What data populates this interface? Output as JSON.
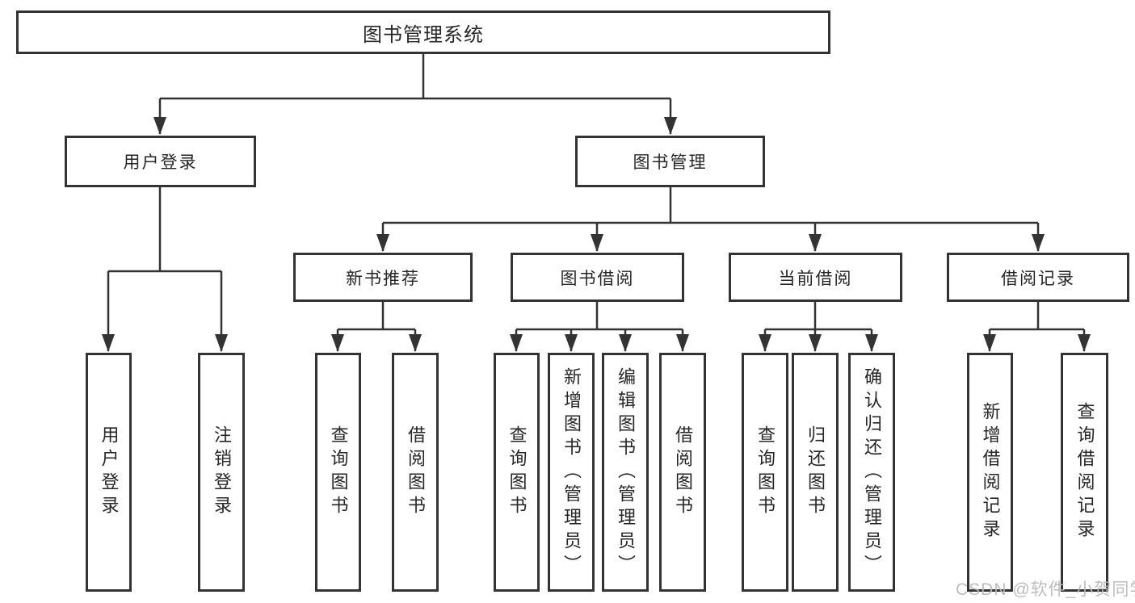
{
  "diagram": {
    "root": {
      "label": "图书管理系统"
    },
    "branches": [
      {
        "label": "用户登录",
        "children": [
          {
            "label": "用户登录"
          },
          {
            "label": "注销登录"
          }
        ]
      },
      {
        "label": "图书管理",
        "children": [
          {
            "label": "新书推荐",
            "children": [
              {
                "label": "查询图书"
              },
              {
                "label": "借阅图书"
              }
            ]
          },
          {
            "label": "图书借阅",
            "children": [
              {
                "label": "查询图书"
              },
              {
                "label": "新增图书（管理员）"
              },
              {
                "label": "编辑图书（管理员）"
              },
              {
                "label": "借阅图书"
              }
            ]
          },
          {
            "label": "当前借阅",
            "children": [
              {
                "label": "查询图书"
              },
              {
                "label": "归还图书"
              },
              {
                "label": "确认归还（管理员）"
              }
            ]
          },
          {
            "label": "借阅记录",
            "children": [
              {
                "label": "新增借阅记录"
              },
              {
                "label": "查询借阅记录"
              }
            ]
          }
        ]
      }
    ]
  },
  "watermark": {
    "label": "CSDN @软件_小贺同学"
  },
  "colors": {
    "line": "#333333",
    "text": "#262626",
    "watermark": "#b9b9b9",
    "background": "#ffffff"
  }
}
